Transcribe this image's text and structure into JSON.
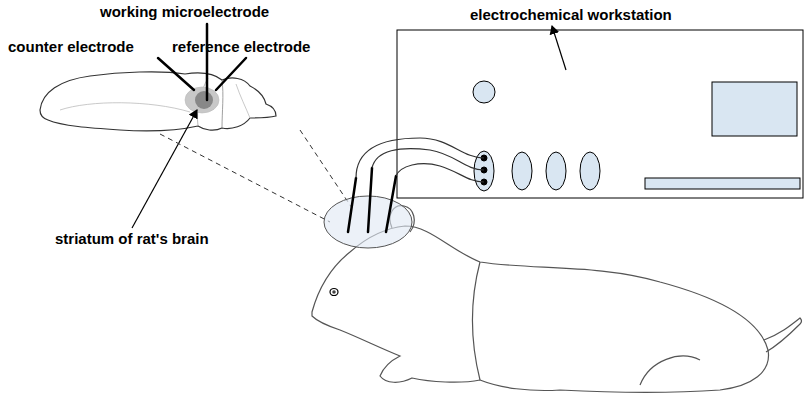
{
  "diagram": {
    "labels": [
      "working microelectrode",
      "counter electrode",
      "reference electrode",
      "striatum of rat's brain",
      "electrochemical workstation"
    ]
  }
}
